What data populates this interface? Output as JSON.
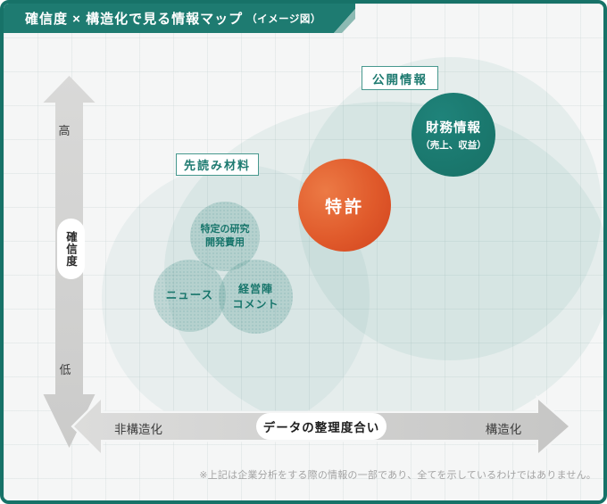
{
  "title": {
    "main": "確信度 × 構造化で見る情報マップ",
    "suffix": "（イメージ図）"
  },
  "y_axis": {
    "label": "確信度",
    "high": "高",
    "low": "低"
  },
  "x_axis": {
    "label": "データの整理度合い",
    "left": "非構造化",
    "right": "構造化"
  },
  "categories": {
    "public": "公開情報",
    "forward": "先読み材料"
  },
  "bubbles": {
    "financial": {
      "title": "財務情報",
      "subtitle": "（売上、収益）"
    },
    "patent": "特許",
    "rnd": {
      "line1": "特定の研究",
      "line2": "開発費用"
    },
    "news": "ニュース",
    "management": {
      "line1": "経営陣",
      "line2": "コメント"
    }
  },
  "footnote": "※上記は企業分析をする際の情報の一部であり、全てを示しているわけではありません。",
  "colors": {
    "teal": "#1e7b71",
    "border_teal": "#177268",
    "orange": "#e05a2b",
    "light_teal_fill": "#d7e9e6",
    "arrow_gray": "#d4d4d3"
  }
}
